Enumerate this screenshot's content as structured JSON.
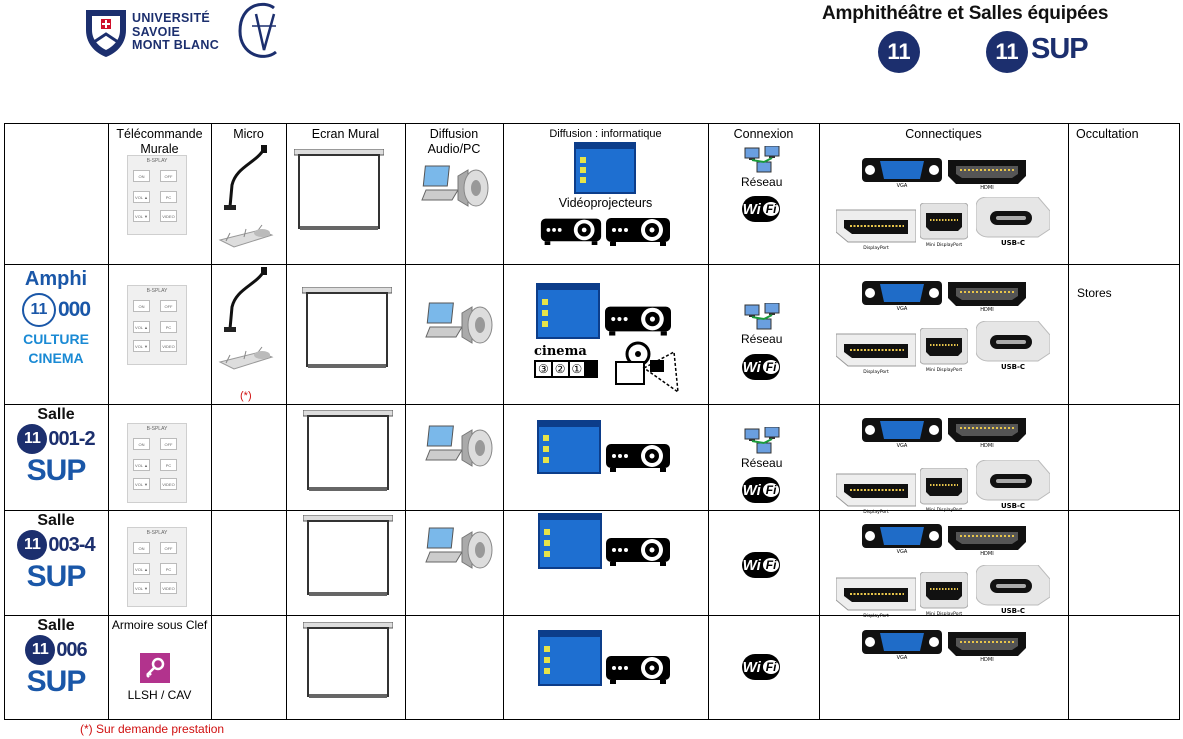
{
  "header": {
    "university_lines": [
      "UNIVERSITÉ",
      "SAVOIE",
      "MONT BLANC"
    ],
    "title": "Amphithéâtre et Salles équipées",
    "badge_number": "11",
    "badge_sup_number": "11",
    "badge_sup_text": "SUP"
  },
  "columns": {
    "telecommande": "Télécommande Murale",
    "micro": "Micro",
    "ecran": "Ecran Mural",
    "diffusion_audio": "Diffusion Audio/PC",
    "diffusion_info": "Diffusion : informatique",
    "videoprojecteurs": "Vidéoprojecteurs",
    "connexion": "Connexion",
    "reseau": "Réseau",
    "connectiques": "Connectiques",
    "occultation": "Occultation"
  },
  "remote": {
    "title": "B-SPLAY",
    "keys": [
      "ON",
      "OFF",
      "VOL ▲",
      "PC",
      "VOL ▼",
      "VIDEO"
    ]
  },
  "connectors": {
    "vga": "VGA",
    "hdmi": "HDMI",
    "displayport": "DisplayPort",
    "mini_displayport": "Mini DisplayPort",
    "usbc": "USB-C"
  },
  "wifi": {
    "wi": "Wi",
    "fi": "Fi"
  },
  "cinema_label": "cinema",
  "cinema_nums": [
    "③",
    "②",
    "①"
  ],
  "rooms": [
    {
      "top": "Amphi",
      "circle": "11",
      "num": "000",
      "l1": "CULTURE",
      "l2": "CINEMA",
      "micro_note": "(*)",
      "occultation": "Stores"
    },
    {
      "top": "Salle",
      "circle": "11",
      "num": "001-2",
      "sup": "SUP"
    },
    {
      "top": "Salle",
      "circle": "11",
      "num": "003-4",
      "sup": "SUP"
    },
    {
      "top": "Salle",
      "circle": "11",
      "num": "006",
      "sup": "SUP",
      "armoire": "Armoire sous Clef",
      "llsh": "LLSH / CAV"
    }
  ],
  "footnote": "(*) Sur demande prestation",
  "colors": {
    "navy": "#1c2f6e",
    "blue": "#1a57a8",
    "red": "#d01010"
  }
}
